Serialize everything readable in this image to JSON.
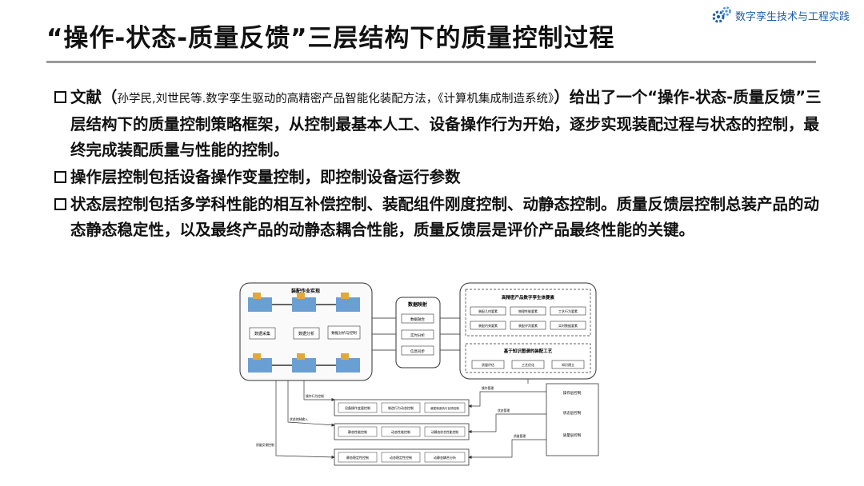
{
  "header": {
    "title": "“操作-状态-质量反馈”三层结构下的质量控制过程",
    "brand": "数字孪生技术与工程实践"
  },
  "bullets": [
    {
      "lead": "文献（",
      "citation": "孙学民,刘世民等.数字孪生驱动的高精密产品智能化装配方法，《计算机集成制造系统》",
      "rest": "）给出了一个“操作-状态-质量反馈”三层结构下的质量控制策略框架，从控制最基本人工、设备操作行为开始，逐步实现装配过程与状态的控制，最终完成装配质量与性能的控制。"
    },
    {
      "text": "操作层控制包括设备操作变量控制，即控制设备运行参数"
    },
    {
      "text": "状态层控制包括多学科性能的相互补偿控制、装配组件刚度控制、动静态控制。质量反馈层控制总装产品的动态静态稳定性，以及最终产品的动静态耦合性能，质量反馈层是评价产品最终性能的关键。"
    }
  ],
  "diagram": {
    "assembly_title": "装配作业实现",
    "assembly_labels": [
      "数据采集",
      "数据分析",
      "数据分析与控制"
    ],
    "mapping_title": "数据映射",
    "mapping_items": [
      "数据融合",
      "实时分析",
      "信息同步"
    ],
    "twin_title": "高精密产品数字孪生体要素",
    "twin_grid": [
      "装配几何要素",
      "物理性能要素",
      "工艺行为要素",
      "装配约束要素",
      "装配评判要素",
      "实时数据要素"
    ],
    "process_title": "基于知识图谱的装配工艺",
    "process_items": [
      "质量评估",
      "工艺优化",
      "知识建立"
    ],
    "op_row": [
      "设备操作变量控制",
      "制造行为动态控制",
      "装配制造执行反馈控制"
    ],
    "state_row": [
      "静态性能控制",
      "动态性能控制",
      "动静态综合性能控制"
    ],
    "quality_row": [
      "静态稳定性控制",
      "动态稳定性控制",
      "动静态耦合分析"
    ],
    "right_boxes": [
      "操作层控制",
      "状态层控制",
      "质量层控制"
    ],
    "flow_labels": {
      "op_feedback": "操作行为控制",
      "state_feedback": "状态控制输入",
      "quality_feedback": "质量反馈控制",
      "op_mgmt": "操作管理",
      "state_mgmt": "状态管理",
      "quality_mgmt": "质量管理"
    }
  }
}
